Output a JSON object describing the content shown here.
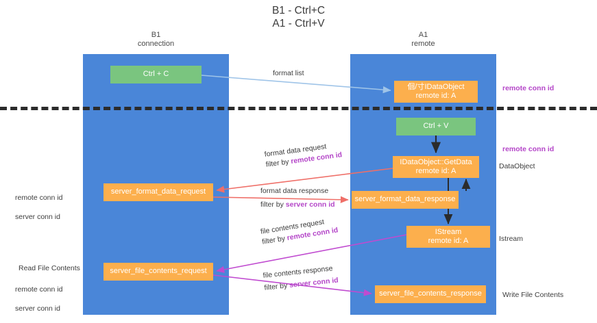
{
  "title": "B1 - Ctrl+C\nA1 - Ctrl+V",
  "lanes": [
    {
      "key": "b1",
      "header": "B1\nconnection",
      "color": "#4a86d8"
    },
    {
      "key": "a1",
      "header": "A1\nremote",
      "color": "#4a86d8"
    }
  ],
  "colors": {
    "lane": "#4a86d8",
    "green_node": "#7ac57f",
    "orange_node": "#fcaf4d",
    "remote_conn_id": "#b446c8",
    "server_conn_id": "#6fbf73",
    "arrow_format_list": "#9fc4e8",
    "arrow_getdata": "#2b2b2b",
    "arrow_format_data": "#ef6f68",
    "arrow_file_contents": "#c04bd0",
    "divider": "#2b2b2b"
  },
  "nodes": {
    "ctrl_c": "Ctrl + C",
    "idataobject": "佪/寸IDataObject\nremote id: A",
    "ctrl_v": "Ctrl + V",
    "getdata": "IDataObject::GetData\nremote id: A",
    "format_data_request": "server_format_data_request",
    "format_data_response": "server_format_data_response",
    "istream": "IStream\nremote id: A",
    "file_contents_request": "server_file_contents_request",
    "file_contents_response": "server_file_contents_response"
  },
  "edges": {
    "format_list": "format list",
    "format_data_request": {
      "line1": "format data request",
      "filter_prefix": "filter by ",
      "filter_key": "remote conn id"
    },
    "format_data_response": {
      "line1": "format data response",
      "filter_prefix": "filter by ",
      "filter_key": "server conn id"
    },
    "file_contents_request": {
      "line1": "file contents request",
      "filter_prefix": "filter by ",
      "filter_key": "remote conn id"
    },
    "file_contents_response": {
      "line1": "file contents response",
      "filter_prefix": "filter by ",
      "filter_key": "server conn id"
    }
  },
  "annotations": {
    "right": {
      "remote_conn_id_top": "remote conn id",
      "remote_conn_id_mid": "remote conn id",
      "dataobject": "DataObject",
      "istream": "Istream",
      "write_file_contents": "Write File Contents"
    },
    "left": {
      "remote_conn_id": "remote conn id",
      "server_conn_id": "server conn id",
      "read_file_contents": "Read File Contents",
      "remote_conn_id_2": "remote conn id",
      "server_conn_id_2": "server conn id"
    }
  }
}
